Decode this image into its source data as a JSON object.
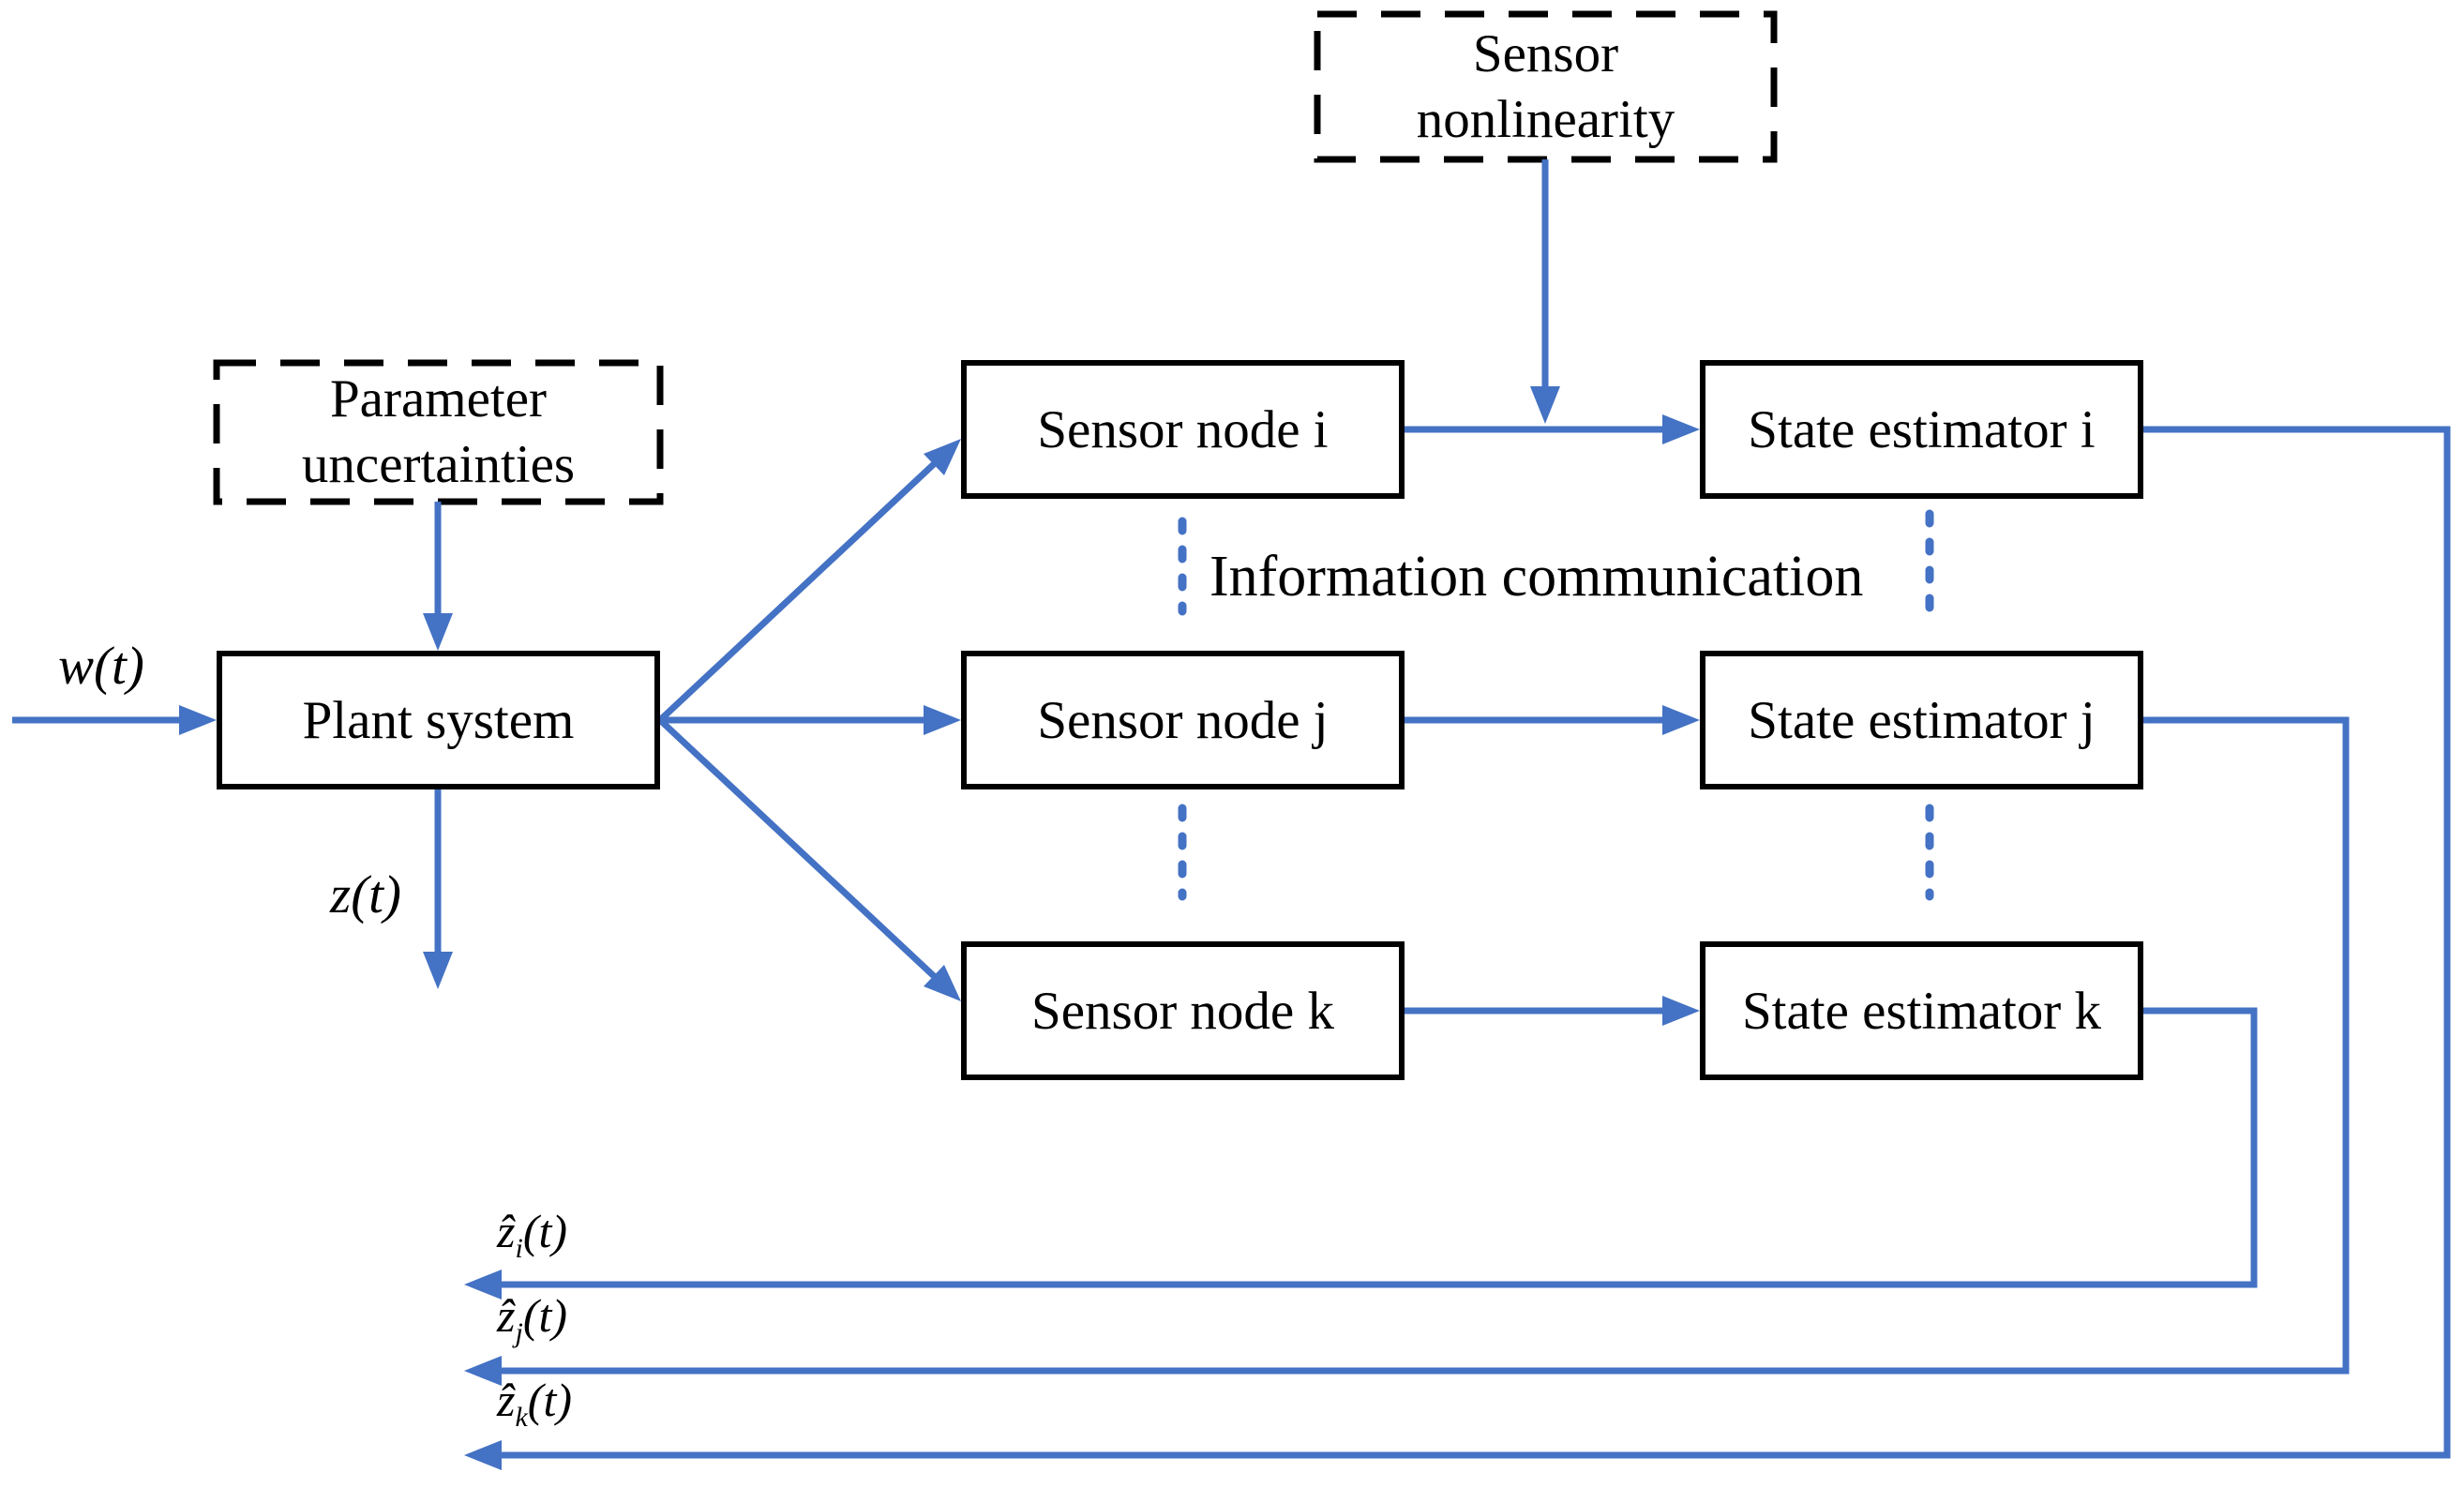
{
  "figure": {
    "colors": {
      "connector_blue": "#4472C4",
      "box_border": "#000000",
      "background": "#ffffff"
    },
    "boxes": {
      "plant": "Plant system",
      "sensor_i": "Sensor node i",
      "sensor_j": "Sensor node j",
      "sensor_k": "Sensor node k",
      "estimator_i": "State estimator i",
      "estimator_j": "State estimator j",
      "estimator_k": "State estimator k"
    },
    "dashed_boxes": {
      "sensor_nonlinearity": {
        "line1": "Sensor",
        "line2": "nonlinearity"
      },
      "parameter_uncertainties": {
        "line1": "Parameter",
        "line2": "uncertainties"
      }
    },
    "signals": {
      "w": {
        "base": "w",
        "arg": "(t)"
      },
      "z": {
        "base": "z",
        "arg": "(t)"
      },
      "z_hat_i": {
        "base": "ẑ",
        "sub": "i",
        "arg": "(t)"
      },
      "z_hat_j": {
        "base": "ẑ",
        "sub": "j",
        "arg": "(t)"
      },
      "z_hat_k": {
        "base": "ẑ",
        "sub": "k",
        "arg": "(t)"
      }
    },
    "annotations": {
      "info_comm": "Information communication"
    }
  }
}
